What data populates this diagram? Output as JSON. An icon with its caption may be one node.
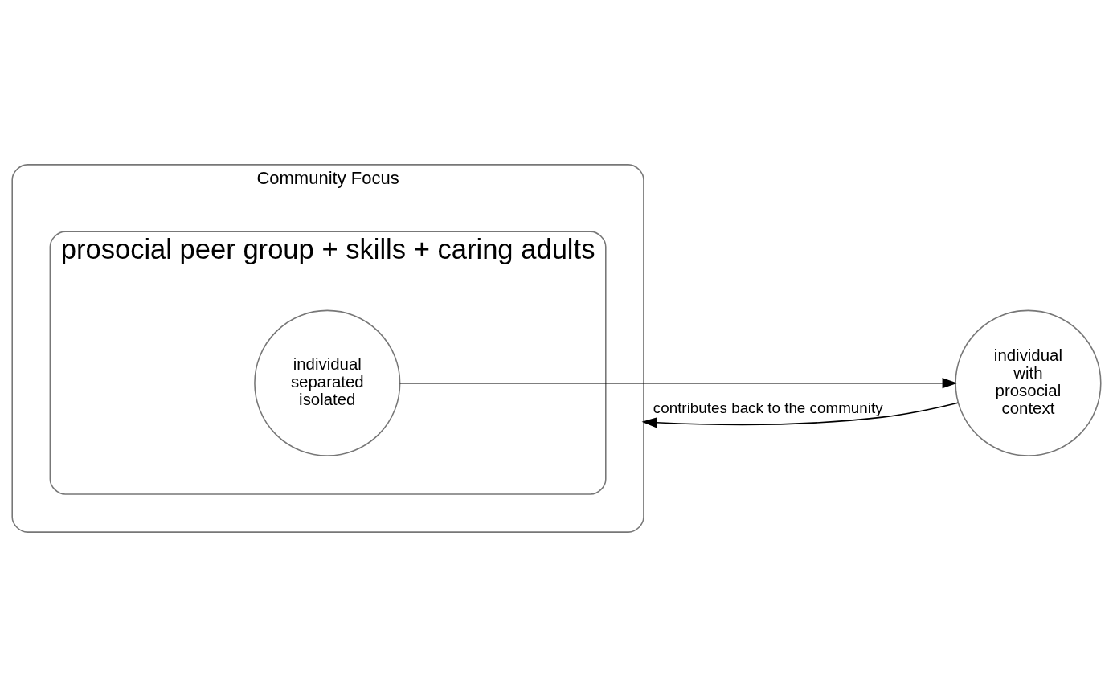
{
  "diagram": {
    "nodes": [
      {
        "text": [
          "Community Focus"
        ]
      },
      {
        "text": [
          "prosocial peer group + skills + caring adults"
        ],
        "in": 0
      },
      {
        "text": [
          "individual separated isolated"
        ],
        "in": 1
      },
      {
        "text": [
          "individual with prosocial context"
        ]
      }
    ],
    "edges": [
      {
        "from": 2,
        "to": 3,
        "arrow": "to"
      },
      {
        "from": 3,
        "to": 0,
        "arrow": "to",
        "label": "contributes back to the community"
      }
    ]
  }
}
